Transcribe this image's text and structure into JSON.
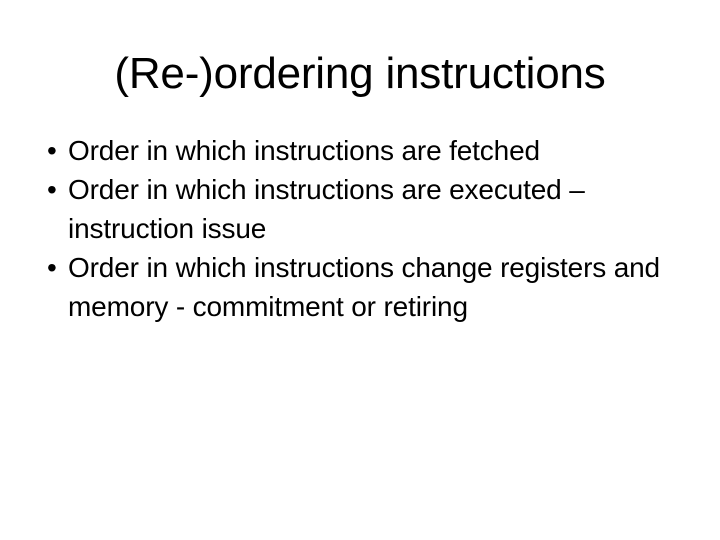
{
  "slide": {
    "title": "(Re-)ordering instructions",
    "background_color": "#ffffff",
    "text_color": "#000000",
    "bullet_glyph": "•",
    "bullets": [
      {
        "text": "Order in which instructions are fetched"
      },
      {
        "text": "Order in which instructions are executed – instruction issue"
      },
      {
        "text": "Order in which instructions change registers and memory - commitment or retiring"
      }
    ]
  }
}
